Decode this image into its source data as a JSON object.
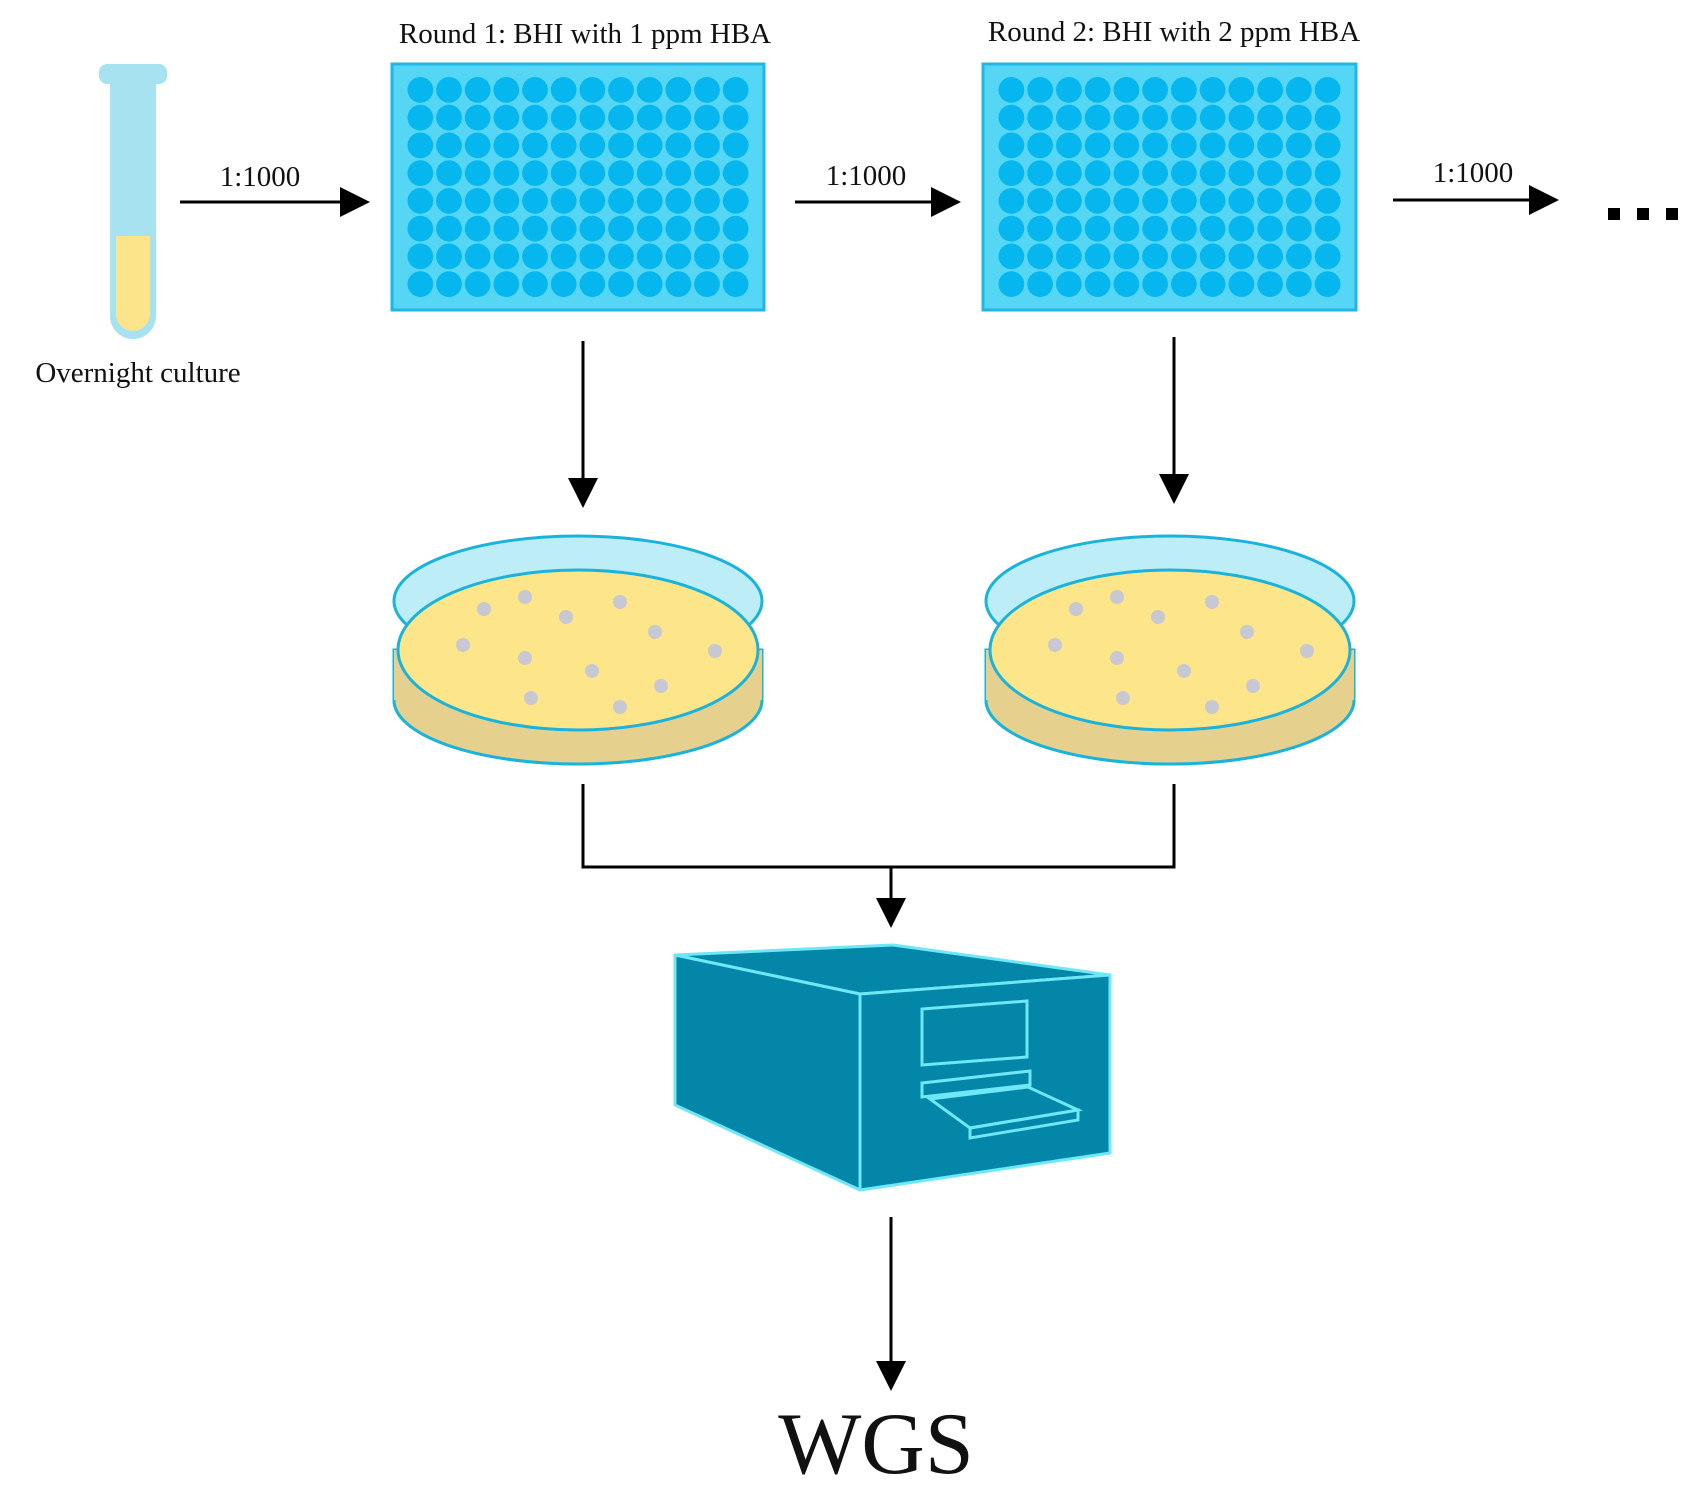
{
  "labels": {
    "tube": "Overnight culture",
    "round1": "Round 1: BHI with 1 ppm HBA",
    "round2": "Round 2: BHI with 2 ppm HBA",
    "dilution1": "1:1000",
    "dilution2": "1:1000",
    "dilution3": "1:1000",
    "output": "WGS"
  },
  "plate": {
    "rows": 8,
    "cols": 12
  },
  "colors": {
    "plate_fill": "#54d6f4",
    "plate_border": "#1fb8e6",
    "well": "#06b6ee",
    "tube_glass": "#a6e2f0",
    "tube_liquid": "#fbe48a",
    "dish_rim": "#bdeef8",
    "dish_border": "#1ab3dc",
    "agar_top": "#fde68a",
    "agar_side": "#e6d08e",
    "colony": "#c8c8d2",
    "sequencer": "#0386a8",
    "sequencer_edge": "#6ee7f7",
    "arrow": "#000000"
  },
  "icons": [
    "test-tube-icon",
    "well-plate-icon",
    "petri-dish-icon",
    "sequencer-icon",
    "ellipsis-icon"
  ]
}
